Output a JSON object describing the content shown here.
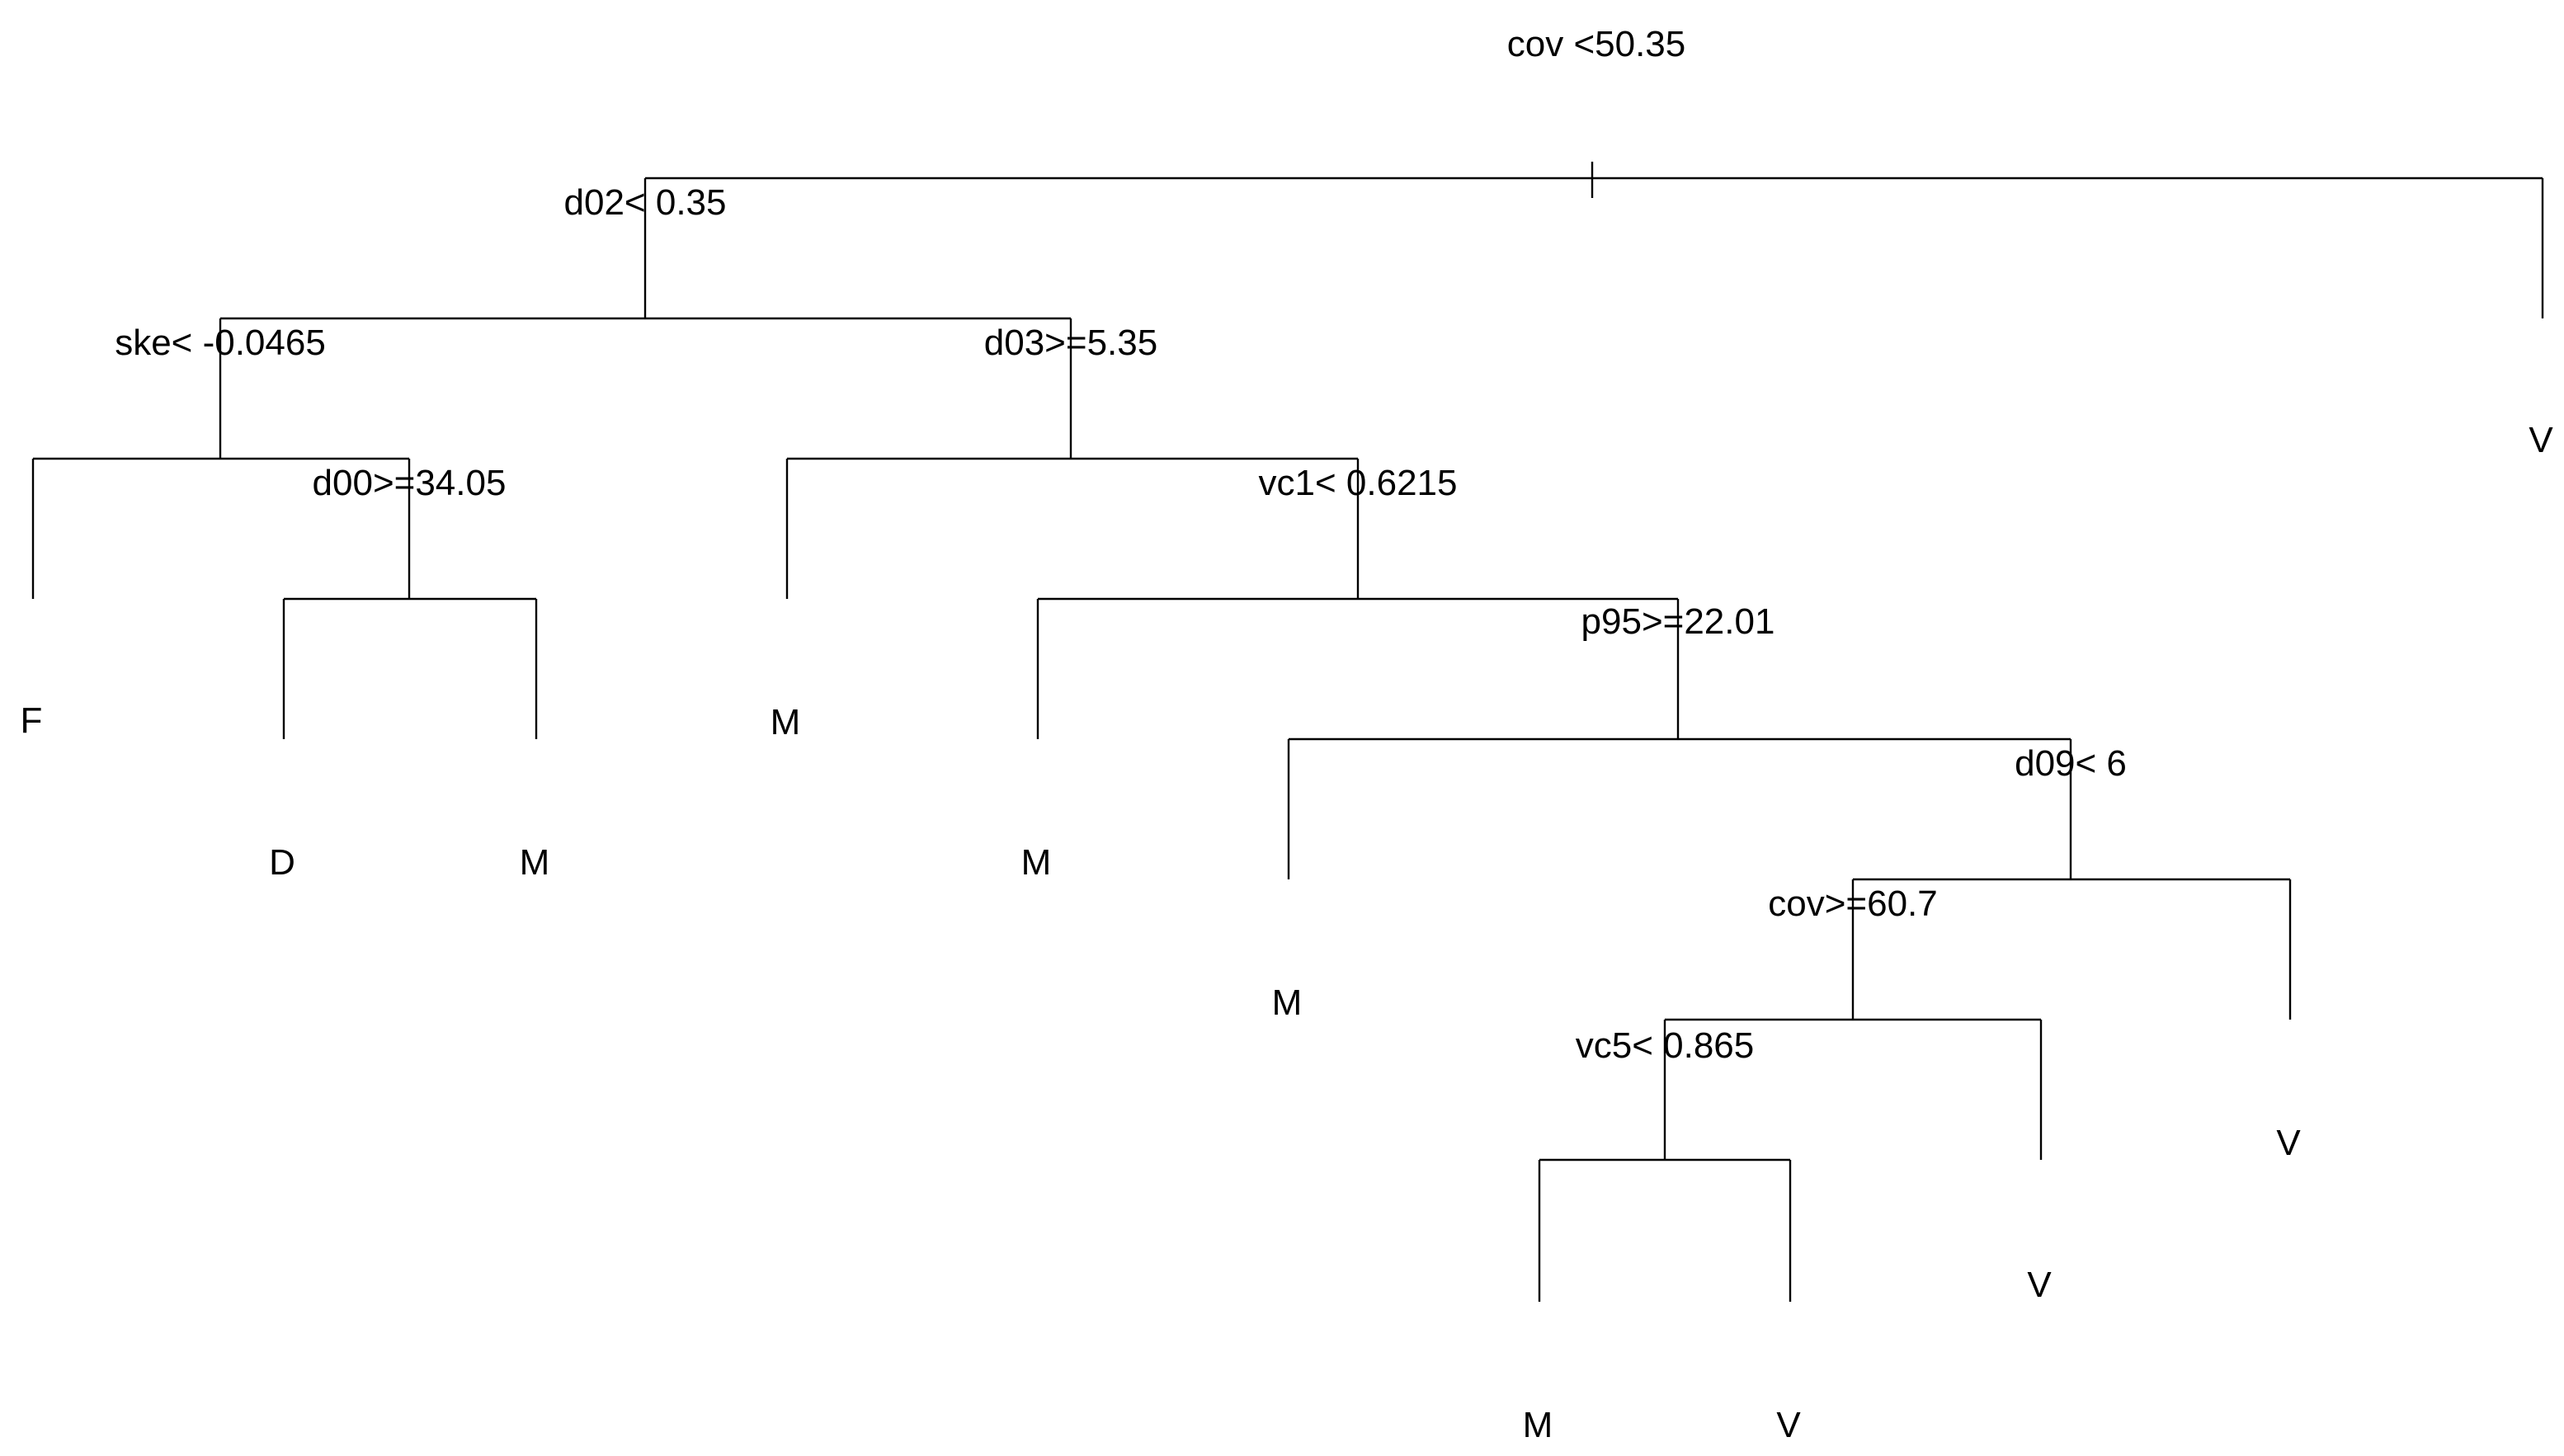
{
  "tree": {
    "splits": {
      "root": "cov <50.35",
      "n2": "d02< 0.35",
      "n4": "ske< -0.0465",
      "n9": "d00>=34.05",
      "n5": "d03>=5.35",
      "n11": "vc1< 0.6215",
      "n23": "p95>=22.01",
      "n47": "d09< 6",
      "n94": "cov>=60.7",
      "n188": "vc5< 0.865"
    },
    "leaves": {
      "n8": "F",
      "n18": "D",
      "n19": "M",
      "n10": "M",
      "n22": "M",
      "n46": "M",
      "n376": "M",
      "n377": "V",
      "n189": "V",
      "n95": "V",
      "n3": "V"
    }
  }
}
